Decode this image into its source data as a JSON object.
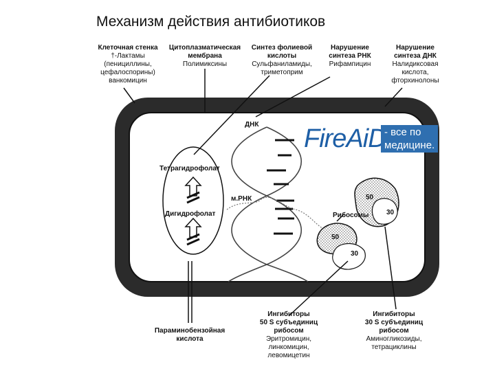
{
  "title": "Механизм действия антибиотиков",
  "labels": {
    "cell_wall": {
      "title": "Клеточная стенка",
      "line1": "†-Лактамы",
      "line2": "(пенициллины,",
      "line3": "цефалоспорины)",
      "line4": "ванкомицин"
    },
    "cytoplasmic_membrane": {
      "title1": "Цитоплазматическая",
      "title2": "мембрана",
      "line1": "Полимиксины"
    },
    "folic_acid_synthesis": {
      "title1": "Синтез фолиевой",
      "title2": "кислоты",
      "line1": "Сульфаниламиды,",
      "line2": "триметоприм"
    },
    "rna_synthesis": {
      "title1": "Нарушение",
      "title2": "синтеза РНК",
      "line1": "Рифампицин"
    },
    "dna_synthesis": {
      "title1": "Нарушение",
      "title2": "синтеза ДНК",
      "line1": "Налидиксовая",
      "line2": "кислота,",
      "line3": "фторхинолоны"
    },
    "dna": "ДНК",
    "mrna": "м.РНК",
    "thf": "Тетрагидрофолат",
    "dhf": "Дигидрофолат",
    "ribosomes": "Рибосомы",
    "ribo_50_top": "50",
    "ribo_30_top": "30",
    "ribo_50_bottom": "50",
    "ribo_30_bottom": "30",
    "paba": {
      "line1": "Параминобензойная",
      "line2": "кислота"
    },
    "inhibitors_50s": {
      "line1": "Ингибиторы",
      "line2": "50 S субъединиц",
      "line3": "рибосом",
      "line4": "Эритромицин,",
      "line5": "линкомицин,",
      "line6": "левомицетин"
    },
    "inhibitors_30s": {
      "line1": "Ингибиторы",
      "line2": "30 S субъединиц",
      "line3": "рибосом",
      "line4": "Аминогликозиды,",
      "line5": "тетрациклины"
    }
  },
  "watermark": {
    "logo": "FireAiD",
    "text_line1": "- все по",
    "text_line2": "медицине."
  },
  "colors": {
    "wall": "#2b2b2b",
    "stroke": "#111111",
    "watermark_blue": "#2f6fb0"
  }
}
